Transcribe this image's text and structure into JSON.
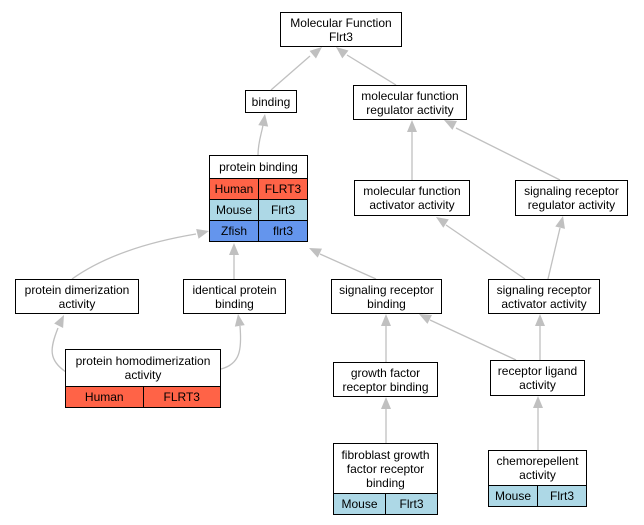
{
  "nodes": {
    "mf_root": {
      "title": "Molecular Function\nFlrt3"
    },
    "binding": {
      "title": "binding"
    },
    "mf_regulator": {
      "title": "molecular function\nregulator activity"
    },
    "protein_binding": {
      "title": "protein binding",
      "rows": [
        {
          "species": "Human",
          "gene": "FLRT3"
        },
        {
          "species": "Mouse",
          "gene": "Flrt3"
        },
        {
          "species": "Zfish",
          "gene": "flrt3"
        }
      ]
    },
    "mf_activator": {
      "title": "molecular function\nactivator activity"
    },
    "sig_regulator": {
      "title": "signaling receptor\nregulator activity"
    },
    "dimerization": {
      "title": "protein dimerization\nactivity"
    },
    "identical": {
      "title": "identical protein\nbinding"
    },
    "sig_binding": {
      "title": "signaling receptor\nbinding"
    },
    "sig_activator": {
      "title": "signaling receptor\nactivator activity"
    },
    "homodimerization": {
      "title": "protein homodimerization\nactivity",
      "rows": [
        {
          "species": "Human",
          "gene": "FLRT3"
        }
      ]
    },
    "gf_binding": {
      "title": "growth factor\nreceptor binding"
    },
    "receptor_ligand": {
      "title": "receptor ligand\nactivity"
    },
    "fgf_binding": {
      "title": "fibroblast growth\nfactor receptor\nbinding",
      "rows": [
        {
          "species": "Mouse",
          "gene": "Flrt3"
        }
      ]
    },
    "chemorepellent": {
      "title": "chemorepellent\nactivity",
      "rows": [
        {
          "species": "Mouse",
          "gene": "Flrt3"
        }
      ]
    }
  },
  "colors": {
    "human": "#ff6347",
    "mouse": "#add8e6",
    "zfish": "#6495ed",
    "edge": "#c0c0c0"
  }
}
